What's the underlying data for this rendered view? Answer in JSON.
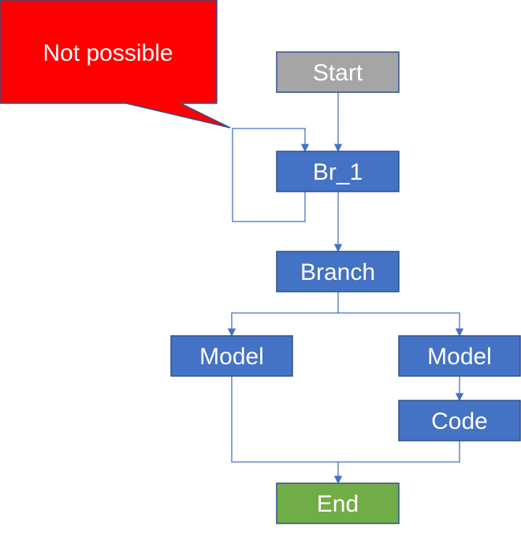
{
  "colors": {
    "process": "#4472c4",
    "process_border": "#2f528f",
    "start": "#a5a5a5",
    "end": "#70ad47",
    "callout": "#ff0000",
    "callout_border": "#2f528f",
    "connector": "#4472c4",
    "text": "#ffffff"
  },
  "callout": {
    "text": "Not possible"
  },
  "nodes": {
    "start": "Start",
    "br1": "Br_1",
    "branch": "Branch",
    "model_left": "Model",
    "model_right": "Model",
    "code": "Code",
    "end": "End"
  }
}
